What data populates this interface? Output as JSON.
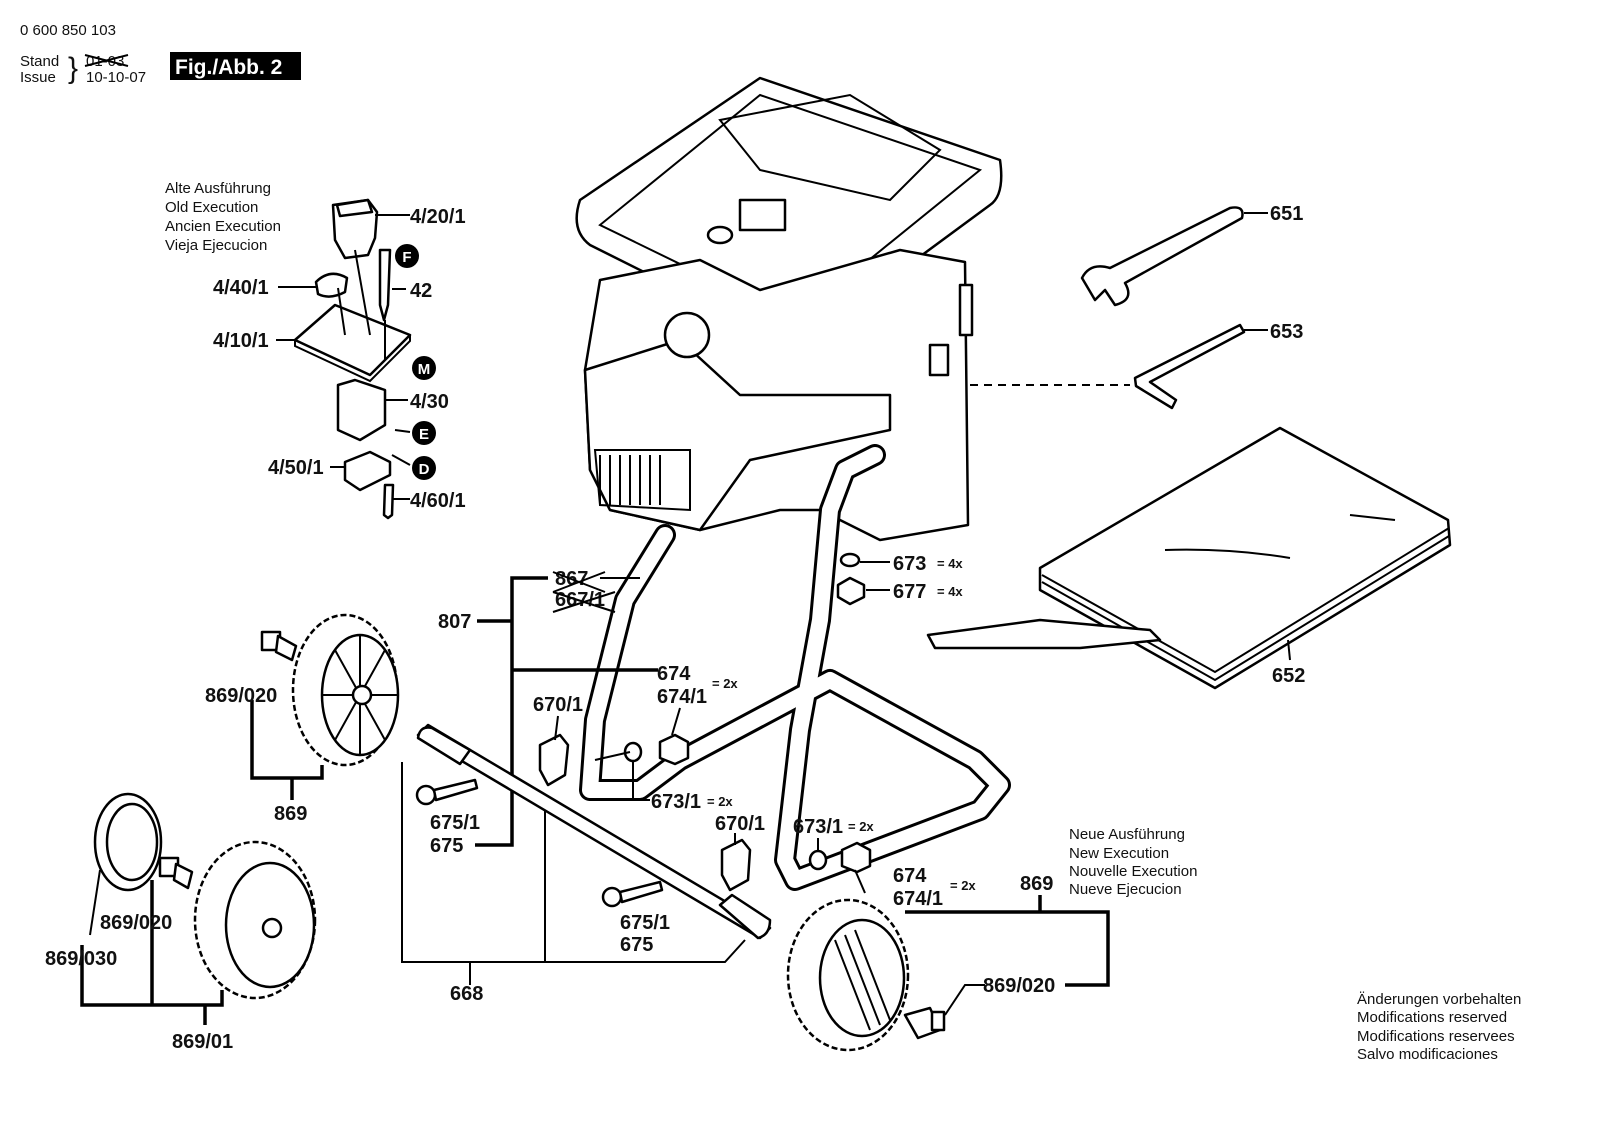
{
  "header": {
    "part_number": "0 600 850 103",
    "stand_label": "Stand",
    "issue_label": "Issue",
    "stand_date_struck": "01-03",
    "issue_date": "10-10-07",
    "figure_label": "Fig./Abb. 2"
  },
  "old_execution": [
    "Alte Ausführung",
    "Old Execution",
    "Ancien Execution",
    "Vieja Ejecucion"
  ],
  "new_execution": [
    "Neue Ausführung",
    "New Execution",
    "Nouvelle Execution",
    "Nueve Ejecucion"
  ],
  "modifications": [
    "Änderungen vorbehalten",
    "Modifications reserved",
    "Modifications reservees",
    "Salvo modificaciones"
  ],
  "markers": {
    "F": "F",
    "M": "M",
    "E": "E",
    "D": "D"
  },
  "labels": {
    "p4_20_1": "4/20/1",
    "p4_40_1": "4/40/1",
    "p42": "42",
    "p4_10_1": "4/10/1",
    "p4_30": "4/30",
    "p4_50_1": "4/50/1",
    "p4_60_1": "4/60/1",
    "p651": "651",
    "p653": "653",
    "p652": "652",
    "p673": "673",
    "p677": "677",
    "qty4a": "= 4x",
    "qty4b": "= 4x",
    "p867": "867",
    "p667_1": "667/1",
    "p807": "807",
    "p674a": "674",
    "p674_1a": "674/1",
    "qty2a": "= 2x",
    "p670_1a": "670/1",
    "p673_1a": "673/1",
    "qty2b": "= 2x",
    "p670_1b": "670/1",
    "p673_1b": "673/1",
    "qty2c": "= 2x",
    "p674b": "674",
    "p674_1b": "674/1",
    "qty2d": "= 2x",
    "p869_020a": "869/020",
    "p869a": "869",
    "p675_1a": "675/1",
    "p675a": "675",
    "p869_020b": "869/020",
    "p869_030": "869/030",
    "p869_01": "869/01",
    "p668": "668",
    "p675_1b": "675/1",
    "p675b": "675",
    "p869b": "869",
    "p869_020c": "869/020"
  }
}
